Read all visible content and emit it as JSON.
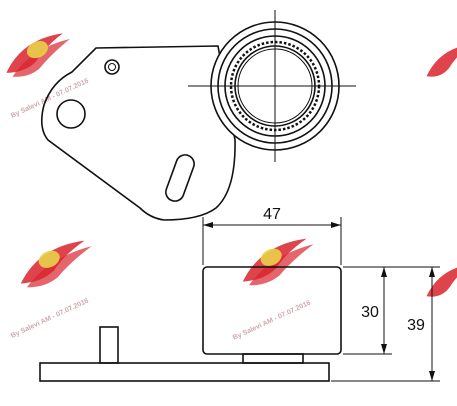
{
  "dimensions": {
    "width_label": "47",
    "height_inner_label": "30",
    "height_outer_label": "39"
  },
  "watermark": {
    "text": "By Salevi AM - 07.07.2016",
    "logo_icon": "winged-wheel-logo-icon",
    "color": "#d9232e"
  }
}
